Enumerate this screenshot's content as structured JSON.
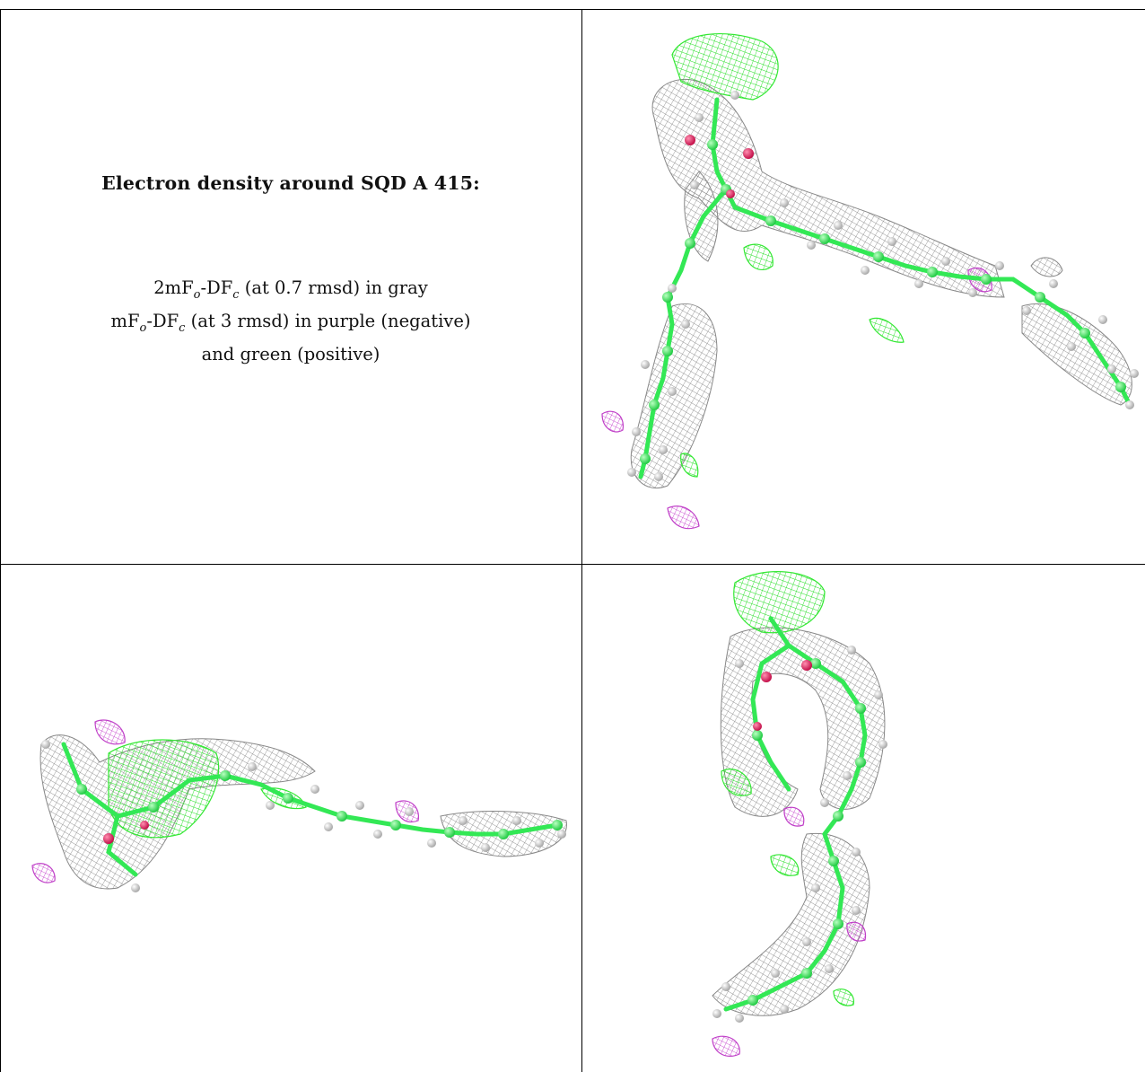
{
  "caption": {
    "title": "Electron density around SQD A 415:",
    "line1": {
      "prefix": "2mF",
      "sub1": "o",
      "mid": "-DF",
      "sub2": "c",
      "suffix": " (at 0.7 rmsd) in gray"
    },
    "line2": {
      "prefix": "mF",
      "sub1": "o",
      "mid": "-DF",
      "sub2": "c",
      "suffix": " (at 3 rmsd) in purple (negative)"
    },
    "line3": "and green (positive)"
  },
  "colors": {
    "gray_density": "#8a8a8a",
    "negative_density": "#c040c8",
    "positive_density": "#33e833",
    "carbon": "#3ee85a",
    "oxygen": "#e0205a",
    "hydrogen": "#d8d8d8"
  },
  "panels": [
    {
      "name": "view-top-right"
    },
    {
      "name": "view-bottom-left"
    },
    {
      "name": "view-bottom-right"
    }
  ]
}
